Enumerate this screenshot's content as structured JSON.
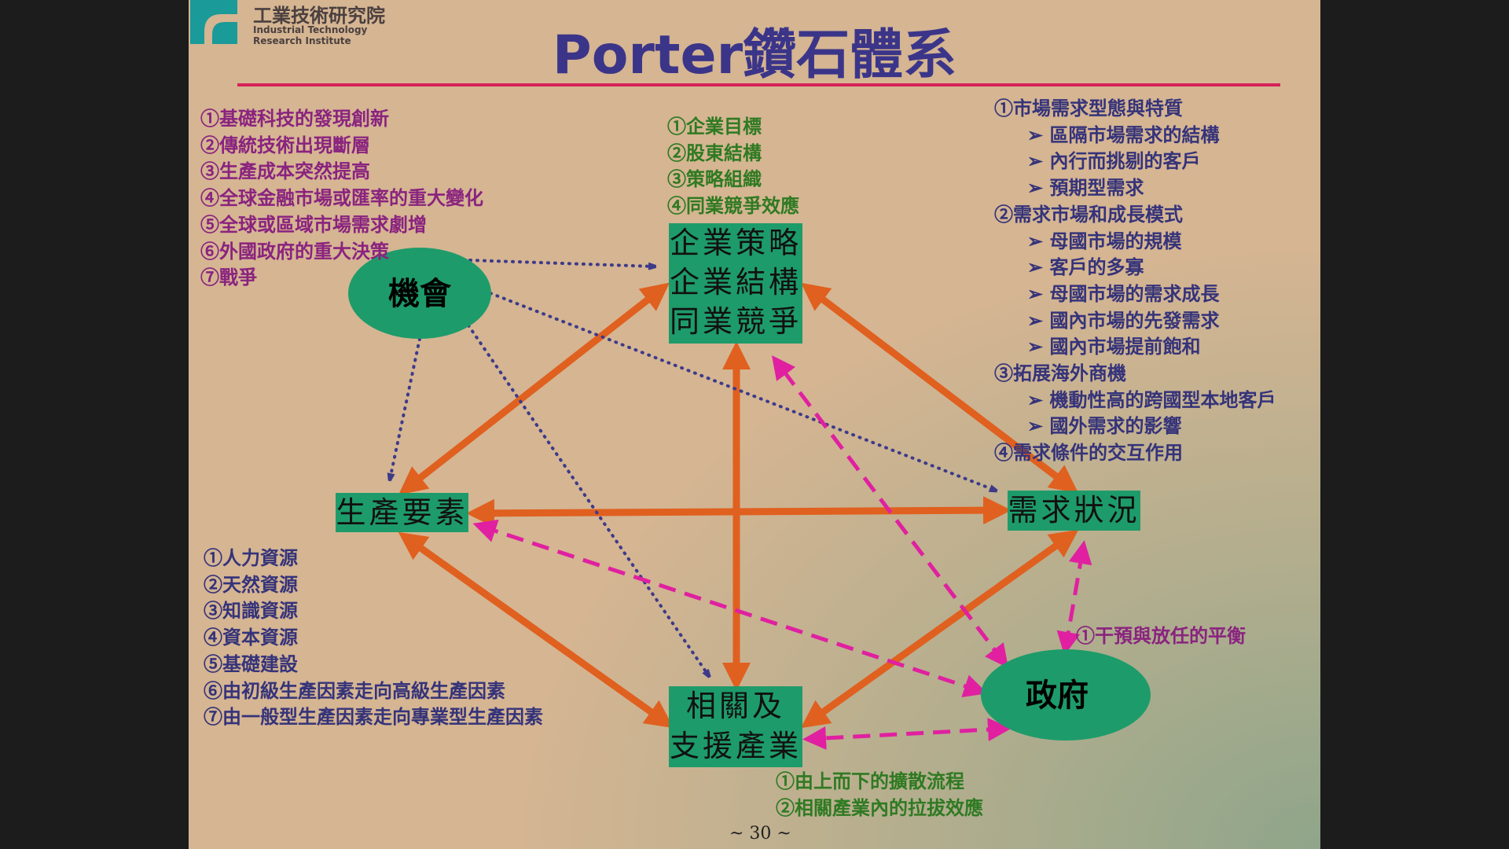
{
  "logo": {
    "name_cn": "工業技術研究院",
    "name_en_1": "Industrial Technology",
    "name_en_2": "Research Institute"
  },
  "title": "Porter鑽石體系",
  "nodes": {
    "strategy": [
      "企業策略",
      "企業結構",
      "同業競爭"
    ],
    "factors": "生產要素",
    "demand": "需求狀況",
    "related": [
      "相關及",
      "支援產業"
    ],
    "chance": "機會",
    "government": "政府"
  },
  "chance_list": [
    "①基礎科技的發現創新",
    "②傳統技術出現斷層",
    "③生產成本突然提高",
    "④全球金融市場或匯率的重大變化",
    "⑤全球或區域市場需求劇增",
    "⑥外國政府的重大決策",
    "⑦戰爭"
  ],
  "strategy_list": [
    "①企業目標",
    "②股東結構",
    "③策略組織",
    "④同業競爭效應"
  ],
  "demand_list": [
    {
      "text": "①市場需求型態與特質",
      "sub": false
    },
    {
      "text": "➢ 區隔市場需求的結構",
      "sub": true
    },
    {
      "text": "➢ 內行而挑剔的客戶",
      "sub": true
    },
    {
      "text": "➢ 預期型需求",
      "sub": true
    },
    {
      "text": "②需求市場和成長模式",
      "sub": false
    },
    {
      "text": "➢ 母國市場的規模",
      "sub": true
    },
    {
      "text": "➢ 客戶的多寡",
      "sub": true
    },
    {
      "text": "➢ 母國市場的需求成長",
      "sub": true
    },
    {
      "text": "➢ 國內市場的先發需求",
      "sub": true
    },
    {
      "text": "➢ 國內市場提前飽和",
      "sub": true
    },
    {
      "text": "③拓展海外商機",
      "sub": false
    },
    {
      "text": "➢ 機動性高的跨國型本地客戶",
      "sub": true
    },
    {
      "text": "➢ 國外需求的影響",
      "sub": true
    },
    {
      "text": "④需求條件的交互作用",
      "sub": false
    }
  ],
  "factors_list": [
    "①人力資源",
    "②天然資源",
    "③知識資源",
    "④資本資源",
    "⑤基礎建設",
    "⑥由初級生產因素走向高級生產因素",
    "⑦由一般型生產因素走向專業型生產因素"
  ],
  "government_list": [
    "①干預與放任的平衡"
  ],
  "related_list": [
    "①由上而下的擴散流程",
    "②相關產業內的拉拔效應"
  ],
  "page_number": "~ 30 ~",
  "colors": {
    "box": "#1e9b6a",
    "arrow": "#e0601f",
    "dotted": "#3d3a8a",
    "dashed": "#e020a0",
    "title": "#3b3589"
  }
}
